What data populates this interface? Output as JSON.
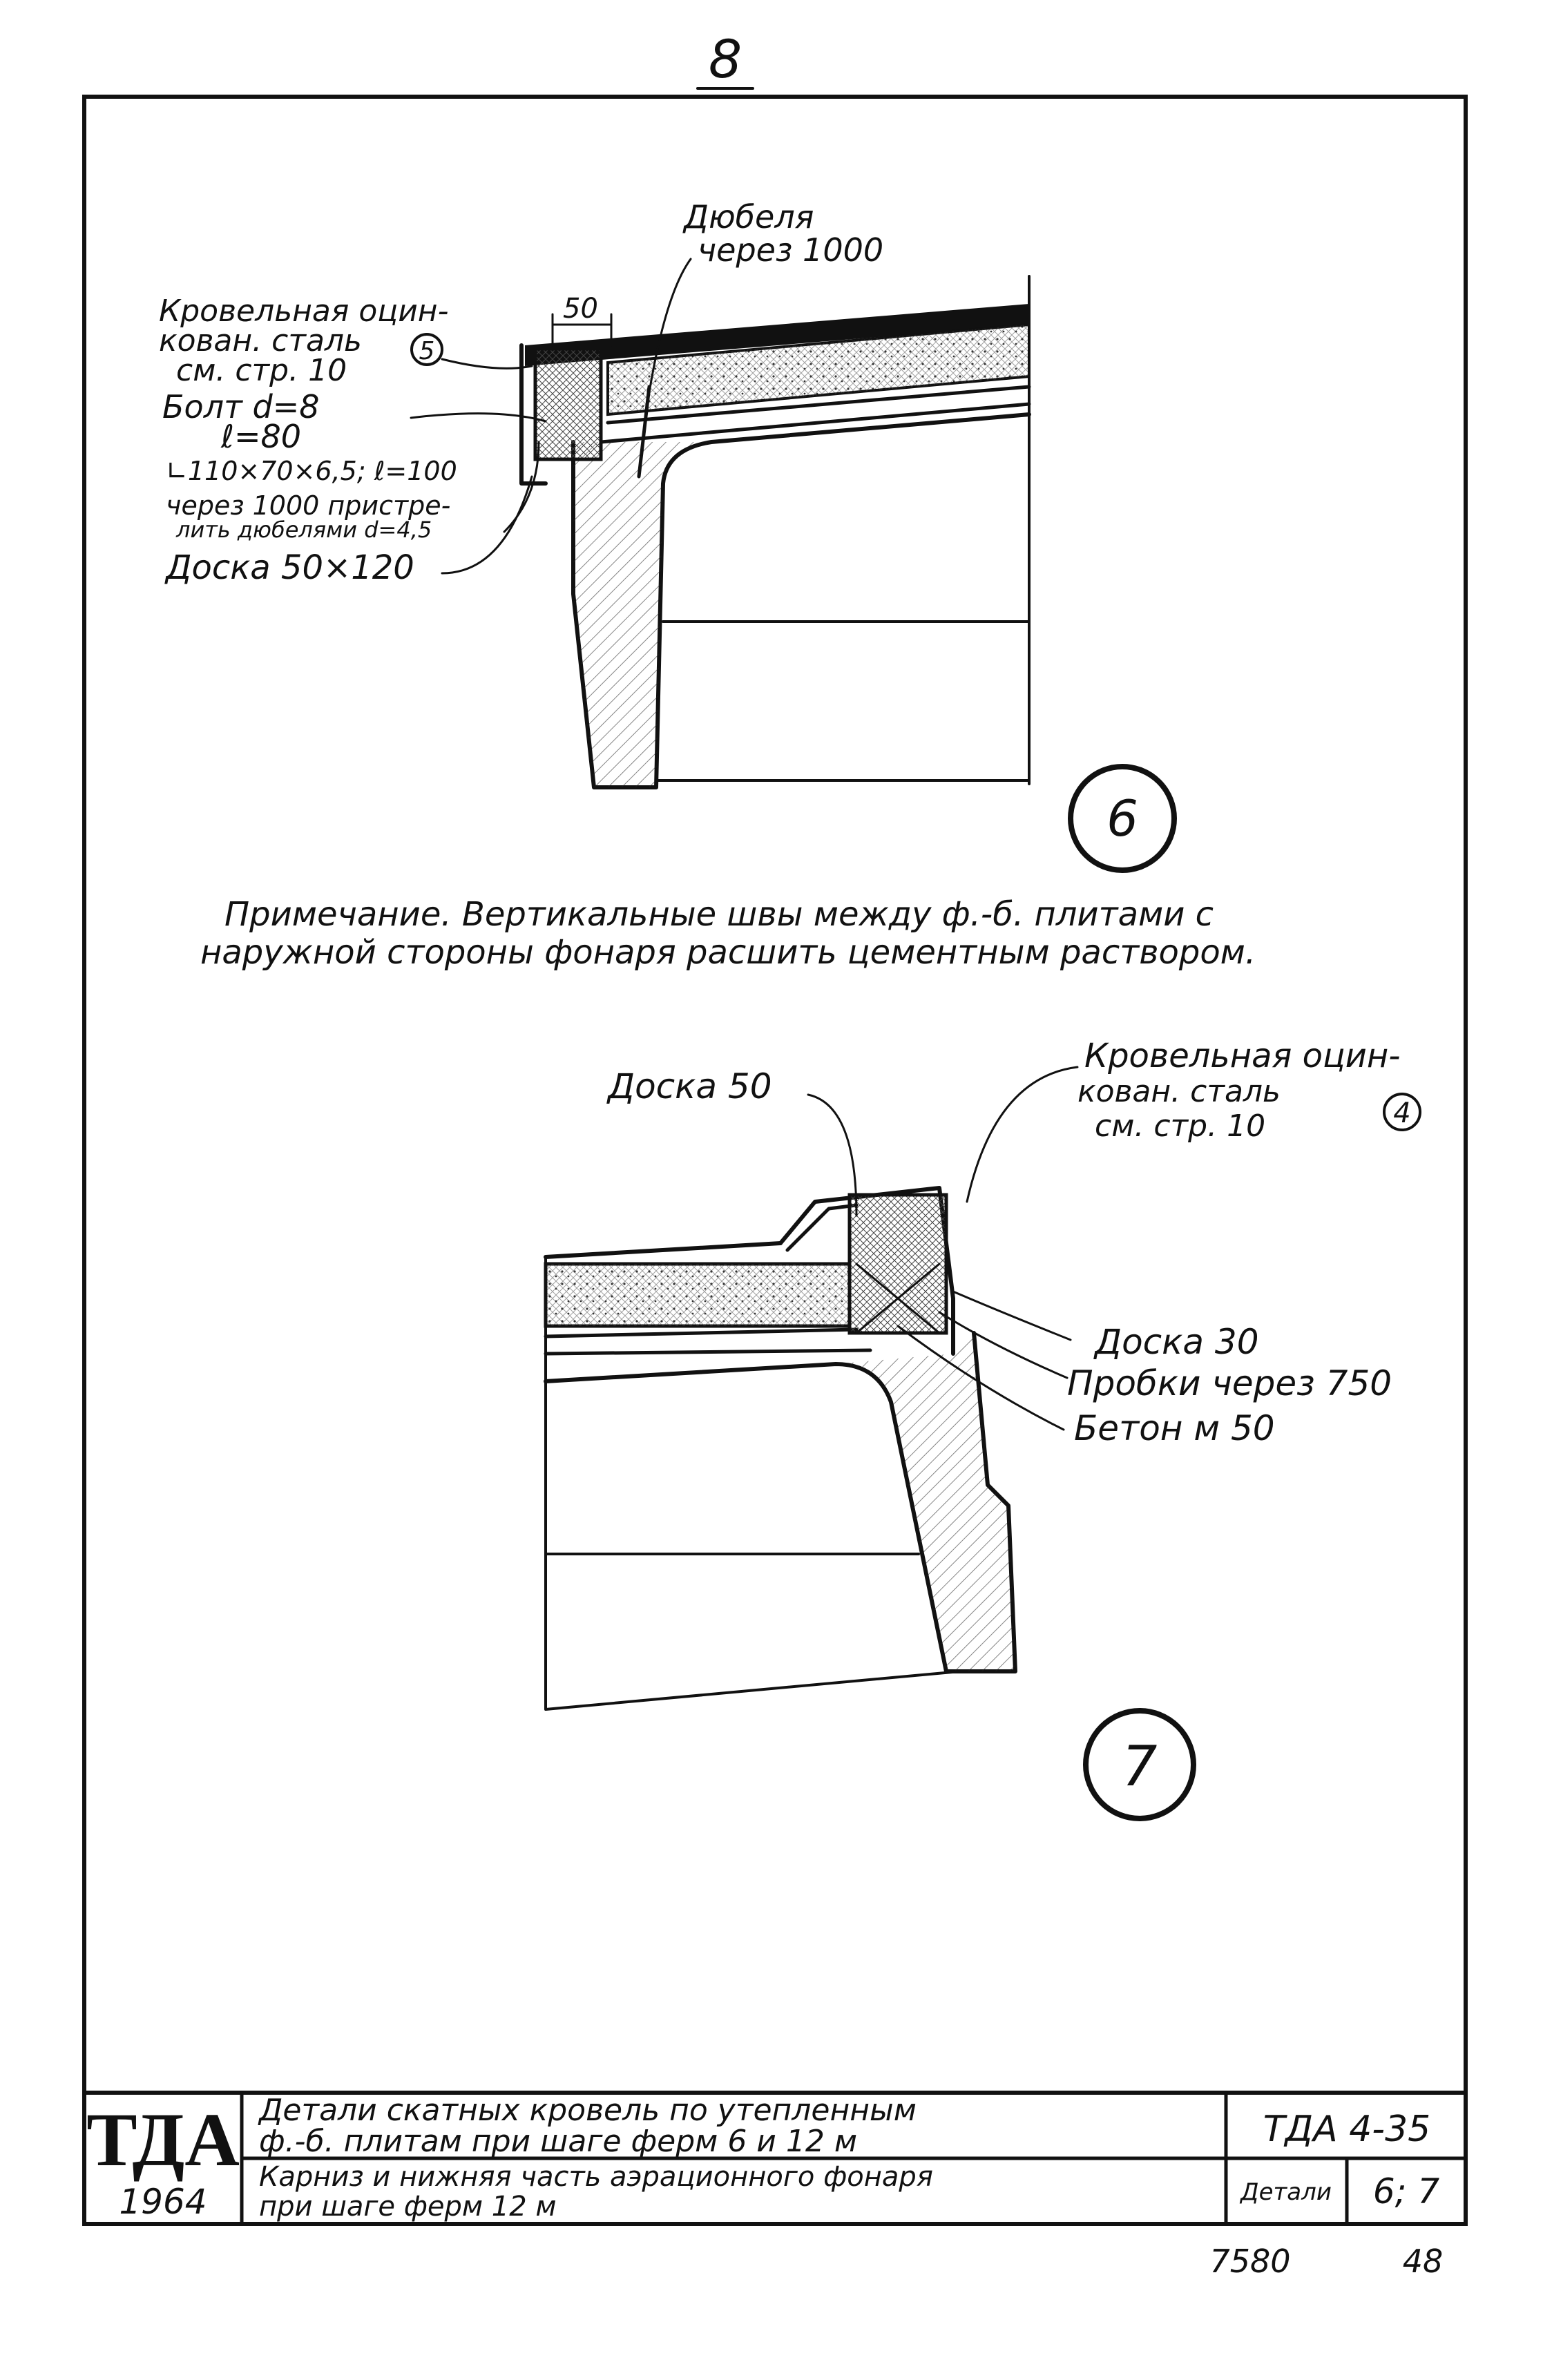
{
  "page_number": "8",
  "detail6": {
    "number": "6",
    "label_dowels": [
      "Дюбеля",
      "через 1000"
    ],
    "label_roofing": [
      "Кровельная оцин-",
      "кован. сталь",
      "см. стр. 10"
    ],
    "roofing_ref": "5",
    "label_bolt": [
      "Болт d=8",
      "ℓ=80"
    ],
    "label_angle": [
      "∟110×70×6,5; ℓ=100",
      "через 1000 пристре-",
      "лить дюбелями d=4,5"
    ],
    "label_board": "Доска 50×120",
    "dim_50": "50"
  },
  "note": [
    "Примечание. Вертикальные швы между ф.-б. плитами с",
    "наружной стороны фонаря расшить цементным раствором."
  ],
  "detail7": {
    "number": "7",
    "label_board50": "Доска 50",
    "label_roofing": [
      "Кровельная оцин-",
      "кован. сталь",
      "см. стр. 10"
    ],
    "roofing_ref": "4",
    "label_board30": "Доска 30",
    "label_plugs": "Пробки через 750",
    "label_concrete": "Бетон м 50"
  },
  "title_block": {
    "logo": "ТДА",
    "year": "1964",
    "title1": [
      "Детали скатных кровель по утепленным",
      "ф.-б. плитам при шаге ферм 6 и 12 м"
    ],
    "title2": [
      "Карниз и нижняя часть аэрационного фонаря",
      "при шаге ферм 12 м"
    ],
    "code": "ТДА 4-35",
    "detail_label": "Детали",
    "detail_nums": "6; 7"
  },
  "footer": {
    "left": "7580",
    "right": "48"
  }
}
